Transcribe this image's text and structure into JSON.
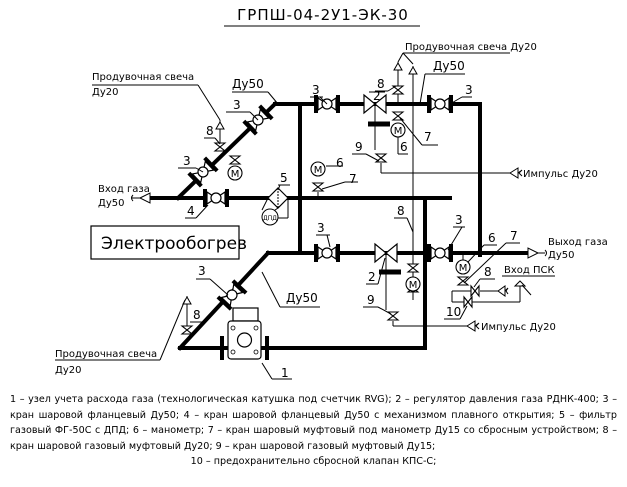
{
  "title": "ГРПШ-04-2У1-ЭК-30",
  "labels": {
    "purge_candle_left_top": "Продувочная свеча",
    "purge_candle_left_top_dn": "Ду20",
    "purge_candle_right_top": "Продувочная свеча Ду20",
    "purge_candle_bottom": "Продувочная свеча",
    "purge_candle_bottom_dn": "Ду20",
    "gas_inlet": "Вход газа",
    "gas_inlet_dn": "Ду50",
    "gas_outlet": "Выход газа",
    "gas_outlet_dn": "Ду50",
    "psk_inlet": "Вход ПСК",
    "impulse_top": "Импульс Ду20",
    "impulse_bottom": "Импульс Ду20",
    "dn50_upper_left": "Ду50",
    "dn50_upper_right": "Ду50",
    "dn50_lower": "Ду50",
    "electric_heating": "Электрообогрев",
    "dpd": "ДПД",
    "manometer": "М"
  },
  "callouts": {
    "n1": "1",
    "n2": "2",
    "n3": "3",
    "n4": "4",
    "n5": "5",
    "n6": "6",
    "n7": "7",
    "n8": "8",
    "n9": "9",
    "n10": "10"
  },
  "legend": {
    "text": "1 – узел учета расхода газа (технологическая катушка под счетчик RVG); 2 – регулятор давления газа РДНК-400; 3 – кран шаровой фланцевый Ду50; 4 – кран шаровой фланцевый Ду50 с механизмом плавного открытия; 5 – фильтр газовый ФГ-50С с ДПД; 6 – манометр; 7 – кран шаровый муфтовый под манометр Ду15 со сбросным устройством; 8 – кран шаровой газовый муфтовый Ду20; 9 – кран шаровой газовый муфтовый Ду15;",
    "last_line": "10 – предохранительно сбросной клапан КПС-С;"
  }
}
